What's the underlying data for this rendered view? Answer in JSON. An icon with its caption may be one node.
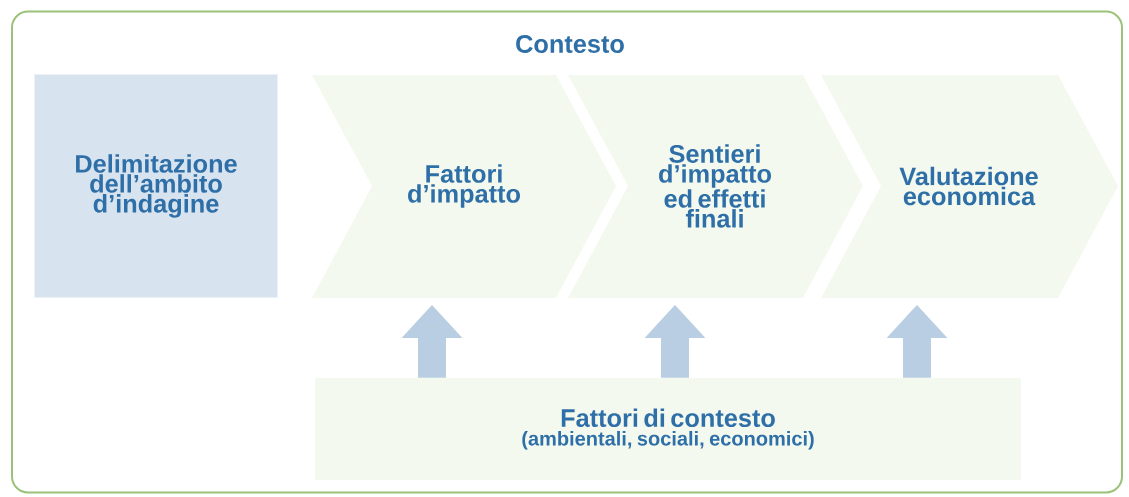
{
  "diagram": {
    "nodes": [
      {
        "text": [
          "Contesto"
        ]
      },
      {
        "text": [
          "Delimitazione dell’ambito d’indagine"
        ],
        "in": 0
      },
      {
        "text": [
          "Fattori d’impatto"
        ],
        "in": 0
      },
      {
        "text": [
          "Sentieri d’impatto ed effetti finali"
        ],
        "in": 0
      },
      {
        "text": [
          "Valutazione economica"
        ],
        "in": 0
      },
      {
        "text": [
          "Fattori di contesto",
          "(ambientali, sociali, economici)"
        ],
        "in": 0
      }
    ],
    "edges": [
      {
        "from": 5,
        "to": 2,
        "arrow": "to"
      },
      {
        "from": 5,
        "to": 3,
        "arrow": "to"
      },
      {
        "from": 5,
        "to": 4,
        "arrow": "to"
      }
    ]
  }
}
